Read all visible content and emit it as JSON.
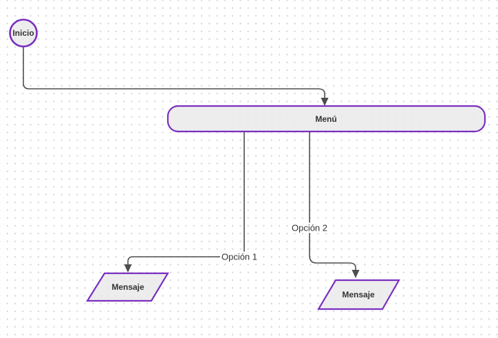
{
  "diagram": {
    "type": "flowchart",
    "colors": {
      "node_stroke": "#7a2ec0",
      "node_fill": "#e9e9e9",
      "edge_stroke": "#4d4d4d",
      "label_text": "#333333",
      "grid_dot": "#d6d6d6",
      "canvas_background": "#ffffff"
    },
    "nodes": {
      "inicio": {
        "label": "Inicio",
        "shape": "circle"
      },
      "menu": {
        "label": "Menú",
        "shape": "rounded-rectangle"
      },
      "mensaje1": {
        "label": "Mensaje",
        "shape": "parallelogram"
      },
      "mensaje2": {
        "label": "Mensaje",
        "shape": "parallelogram"
      }
    },
    "edges": {
      "inicio_to_menu": {
        "label": ""
      },
      "menu_to_mensaje1": {
        "label": "Opción 1"
      },
      "menu_to_mensaje2": {
        "label": "Opción 2"
      }
    }
  }
}
